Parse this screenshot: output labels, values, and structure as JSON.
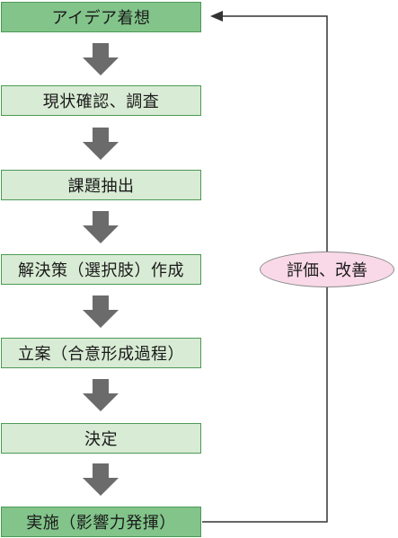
{
  "diagram": {
    "steps": [
      {
        "label": "アイデア着想"
      },
      {
        "label": "現状確認、調査"
      },
      {
        "label": "課題抽出"
      },
      {
        "label": "解決策（選択肢）作成"
      },
      {
        "label": "立案（合意形成過程）"
      },
      {
        "label": "決定"
      },
      {
        "label": "実施（影響力発揮）"
      }
    ],
    "feedback": {
      "label": "評価、改善"
    },
    "colors": {
      "step_fill_light": "#d8ebd4",
      "step_fill_dark": "#82c48a",
      "step_border": "#4d9a56",
      "arrow": "#6b6b6b",
      "feedback_fill": "#f9d9e7",
      "line": "#333333"
    }
  }
}
